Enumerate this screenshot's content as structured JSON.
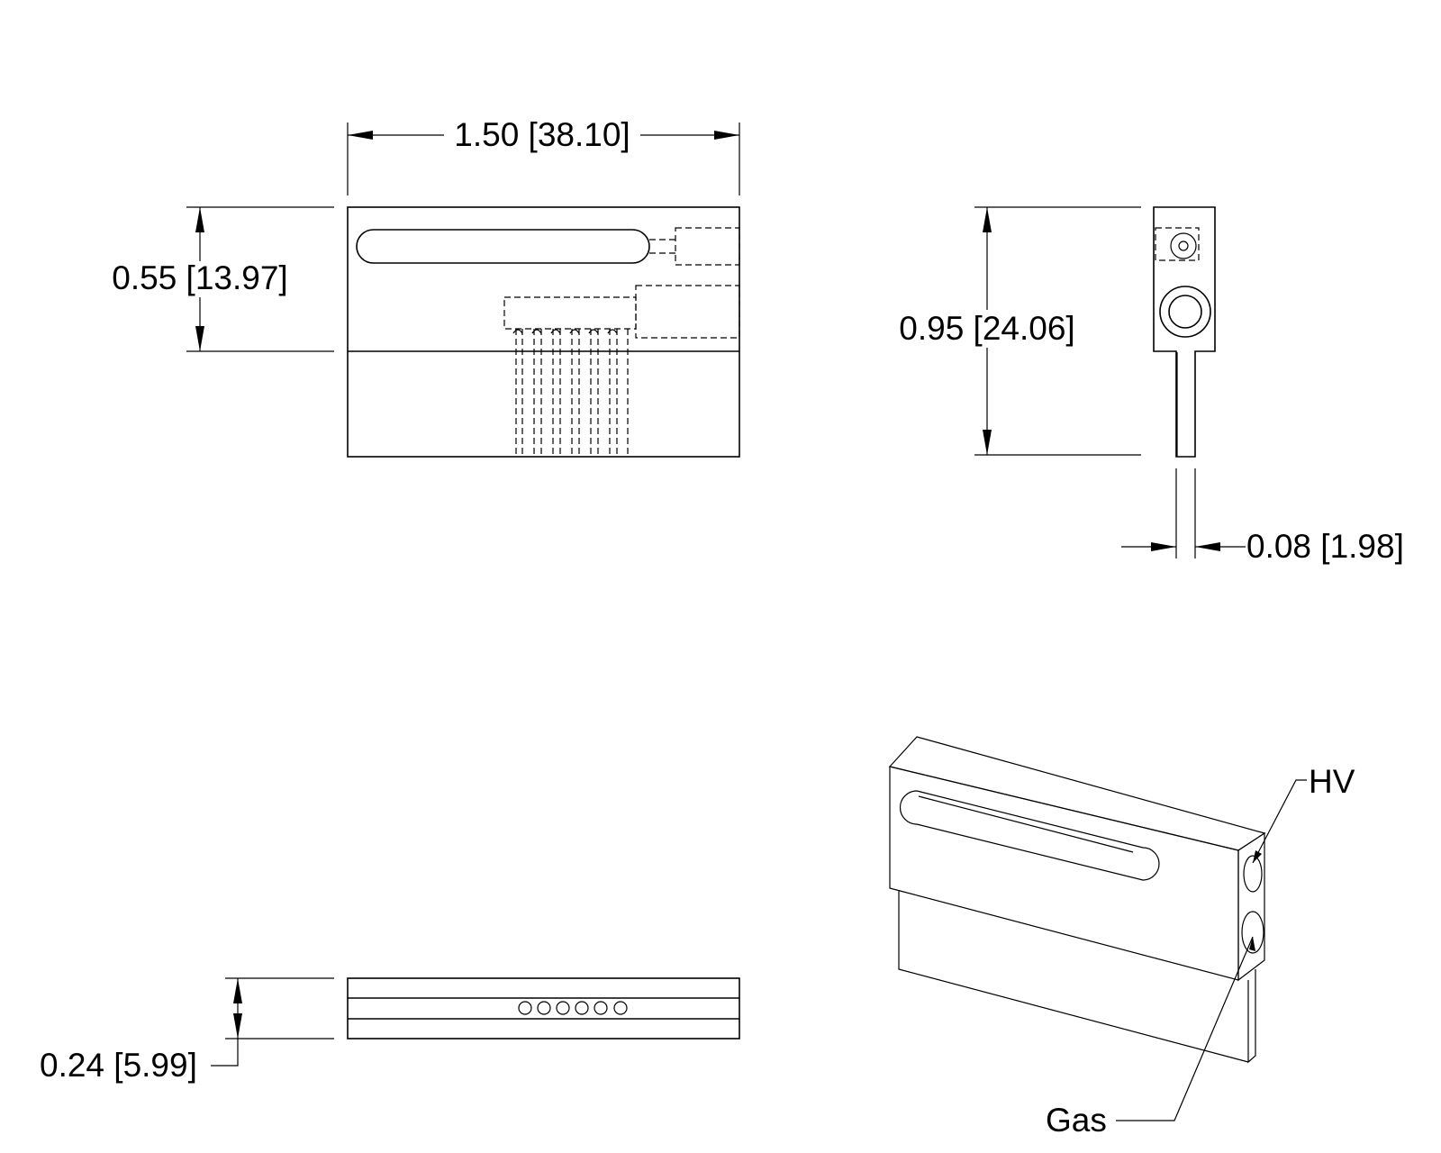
{
  "dimensions": {
    "width": "1.50 [38.10]",
    "height": "0.55 [13.97]",
    "side_height": "0.95 [24.06]",
    "side_thickness": "0.08 [1.98]",
    "bottom_thickness": "0.24 [5.99]"
  },
  "labels": {
    "hv": "HV",
    "gas": "Gas"
  }
}
